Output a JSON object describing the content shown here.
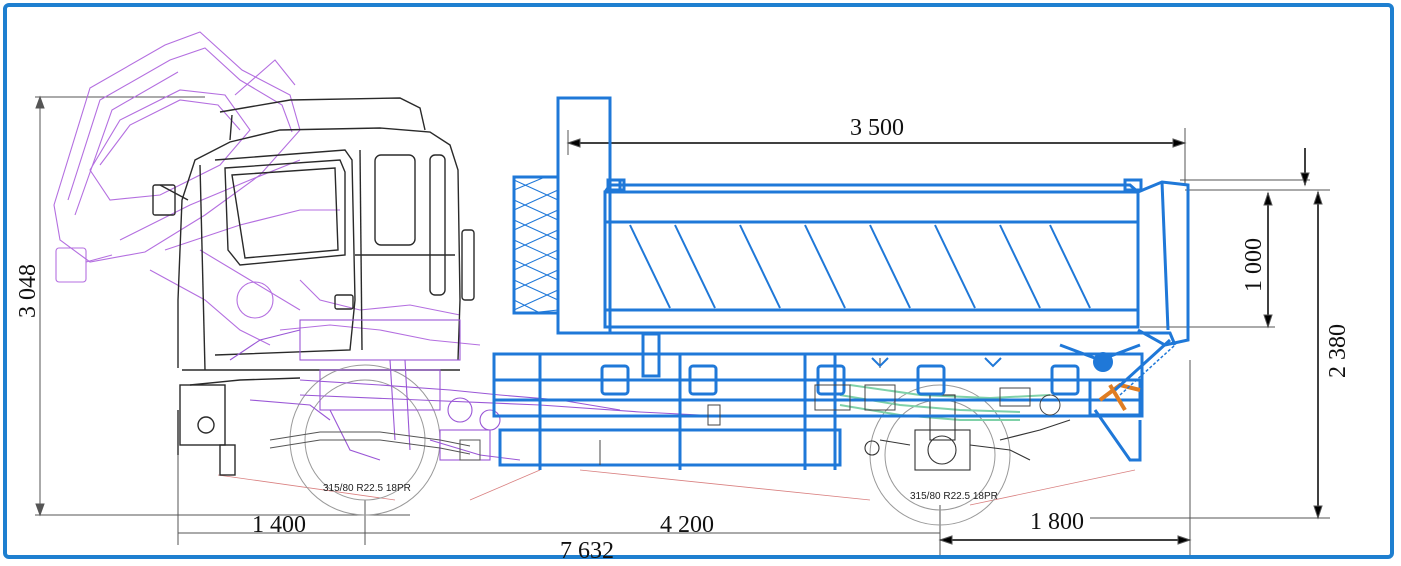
{
  "dimensions": {
    "body_length": "3 500",
    "body_height": "1 000",
    "overall_height": "3 048",
    "body_floor_height": "2 380",
    "front_overhang": "1 400",
    "wheelbase": "4 200",
    "rear_overhang": "1 800",
    "overall_length": "7 632"
  },
  "tyres": {
    "front": "315/80 R22.5 18PR",
    "rear": "315/80 R22.5 18PR"
  },
  "colors": {
    "frame_border": "#1e7fd0",
    "body_outline": "#1f78d8",
    "cab_tilted": "#b46fe0",
    "chassis_purple": "#9a57d6",
    "cab_lines": "#2a2a2a",
    "dimension_lines": "#555555",
    "hitch_orange": "#e07d22",
    "spring_green": "#7fd1a8"
  }
}
